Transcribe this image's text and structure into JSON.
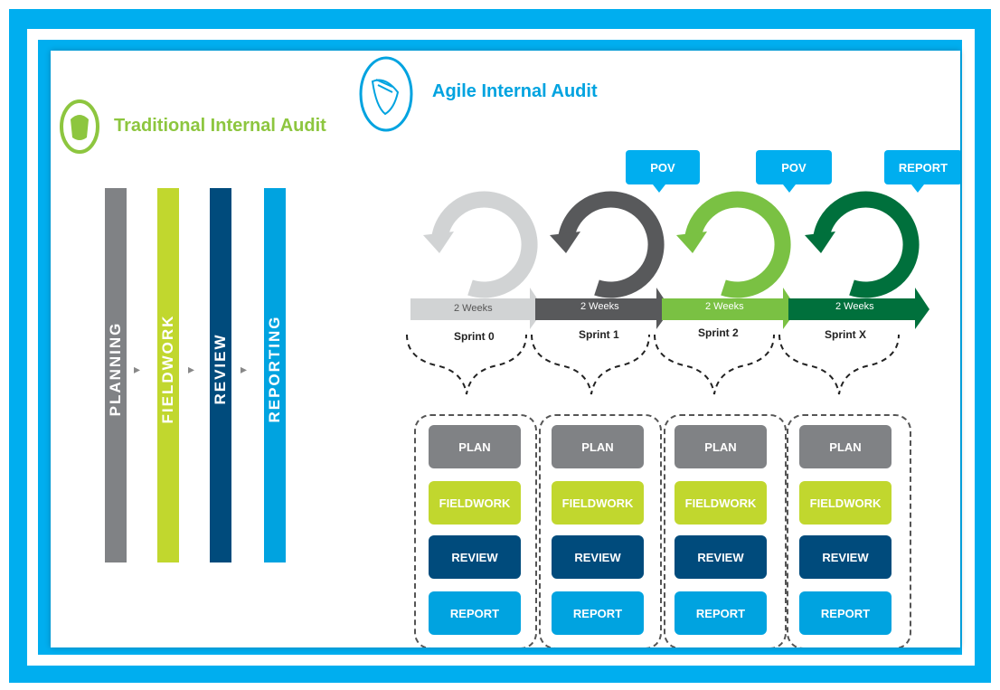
{
  "traditional": {
    "title": "Traditional Internal Audit",
    "phases": [
      {
        "label": "PLANNING",
        "color": "#808285"
      },
      {
        "label": "FIELDWORK",
        "color": "#C1D72E"
      },
      {
        "label": "REVIEW",
        "color": "#004B7C"
      },
      {
        "label": "REPORTING",
        "color": "#00A3E0"
      }
    ]
  },
  "agile": {
    "title": "Agile Internal Audit",
    "callouts": [
      "POV",
      "POV",
      "REPORT"
    ],
    "sprints": [
      {
        "label": "Sprint 0",
        "duration": "2 Weeks",
        "color": "#D1D3D4"
      },
      {
        "label": "Sprint 1",
        "duration": "2 Weeks",
        "color": "#58595B"
      },
      {
        "label": "Sprint 2",
        "duration": "2 Weeks",
        "color": "#7AC143"
      },
      {
        "label": "Sprint X",
        "duration": "2 Weeks",
        "color": "#00703C"
      }
    ],
    "steps": [
      {
        "label": "PLAN",
        "color": "#808285"
      },
      {
        "label": "FIELDWORK",
        "color": "#C1D72E"
      },
      {
        "label": "REVIEW",
        "color": "#004B7C"
      },
      {
        "label": "REPORT",
        "color": "#00A3E0"
      }
    ]
  }
}
